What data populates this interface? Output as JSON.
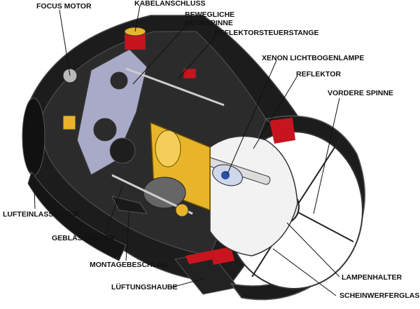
{
  "diagram": {
    "labels": {
      "focus_motor": "FOCUS MOTOR",
      "kabelanschluss": "KABELANSCHLUSS",
      "bewegliche_heckspinne_1": "BEWEGLICHE",
      "bewegliche_heckspinne_2": "HECKSPINNE",
      "reflektorsteuerstange": "REFLEKTORSTEUERSTANGE",
      "xenon_lampe": "XENON LICHTBOGENLAMPE",
      "reflektor": "REFLEKTOR",
      "vordere_spinne": "VORDERE SPINNE",
      "lufteinlassfilter": "LUFTEINLASSFILTER",
      "geblaesemotor": "GEBLÄSEMOTOR",
      "montagebeschlag": "MONTAGEBESCHLAG",
      "lueftungshaube": "LÜFTUNGSHAUBE",
      "lampenhalter": "LAMPENHALTER",
      "scheinwerferglas": "SCHEINWERFERGLAS"
    },
    "colors": {
      "housing": "#1c1c1c",
      "housing_edge": "#444444",
      "accent_red": "#c8141e",
      "lamp_gold": "#e8b52a",
      "plate_lavender": "#a9a9c8",
      "reflector_white": "#ffffff",
      "leader_line": "#111111"
    }
  }
}
